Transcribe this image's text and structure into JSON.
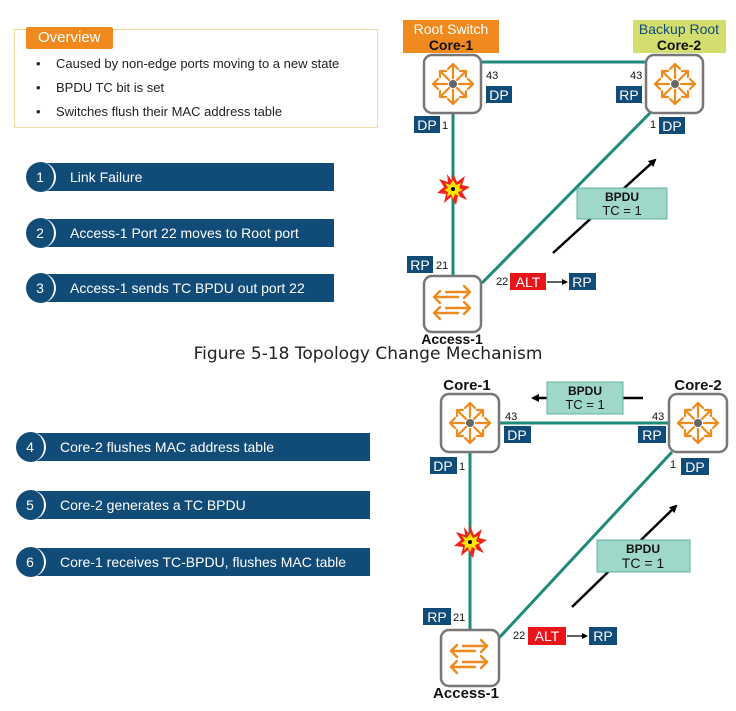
{
  "overview": {
    "title": "Overview",
    "bullets": [
      "Caused by non-edge ports moving to a new state",
      "BPDU TC bit is set",
      "Switches flush their MAC address table"
    ]
  },
  "steps_top": [
    {
      "num": "1",
      "label": "Link Failure"
    },
    {
      "num": "2",
      "label": "Access-1 Port 22 moves to Root port"
    },
    {
      "num": "3",
      "label": "Access-1 sends TC BPDU out port 22"
    }
  ],
  "steps_bottom": [
    {
      "num": "4",
      "label": "Core-2 flushes MAC address table"
    },
    {
      "num": "5",
      "label": "Core-2 generates a TC BPDU"
    },
    {
      "num": "6",
      "label": "Core-1 receives TC-BPDU, flushes MAC table"
    }
  ],
  "caption": "Figure 5-18 Topology Change Mechanism",
  "colors": {
    "port_badge": "#114b78",
    "alt_badge": "#e8161b",
    "link": "#1e8a7a",
    "bpdu_box": "#9fd8c8",
    "root_label": "#f08a1e",
    "backup_label": "#d4de6e",
    "switch_icon": "#f08a1e"
  },
  "diagram_top": {
    "core1": {
      "role": "Root Switch",
      "name": "Core-1"
    },
    "core2": {
      "role": "Backup Root",
      "name": "Core-2"
    },
    "access": {
      "name": "Access-1"
    },
    "ports": {
      "c1_43": "43",
      "c1_43_role": "DP",
      "c2_43": "43",
      "c2_43_role": "RP",
      "c1_1": "1",
      "c1_1_role": "DP",
      "c2_1": "1",
      "c2_1_role": "DP",
      "a_21": "21",
      "a_21_role": "RP",
      "a_22": "22",
      "a_22_old": "ALT",
      "a_22_new": "RP"
    },
    "bpdu": {
      "title": "BPDU",
      "value": "TC = 1"
    }
  },
  "diagram_bottom": {
    "core1": {
      "name": "Core-1"
    },
    "core2": {
      "name": "Core-2"
    },
    "access": {
      "name": "Access-1"
    },
    "ports": {
      "c1_43": "43",
      "c1_43_role": "DP",
      "c2_43": "43",
      "c2_43_role": "RP",
      "c1_1": "1",
      "c1_1_role": "DP",
      "c2_1": "1",
      "c2_1_role": "DP",
      "a_21": "21",
      "a_21_role": "RP",
      "a_22": "22",
      "a_22_old": "ALT",
      "a_22_new": "RP"
    },
    "bpdu_up": {
      "title": "BPDU",
      "value": "TC = 1"
    },
    "bpdu_left": {
      "title": "BPDU",
      "value": "TC = 1"
    }
  }
}
